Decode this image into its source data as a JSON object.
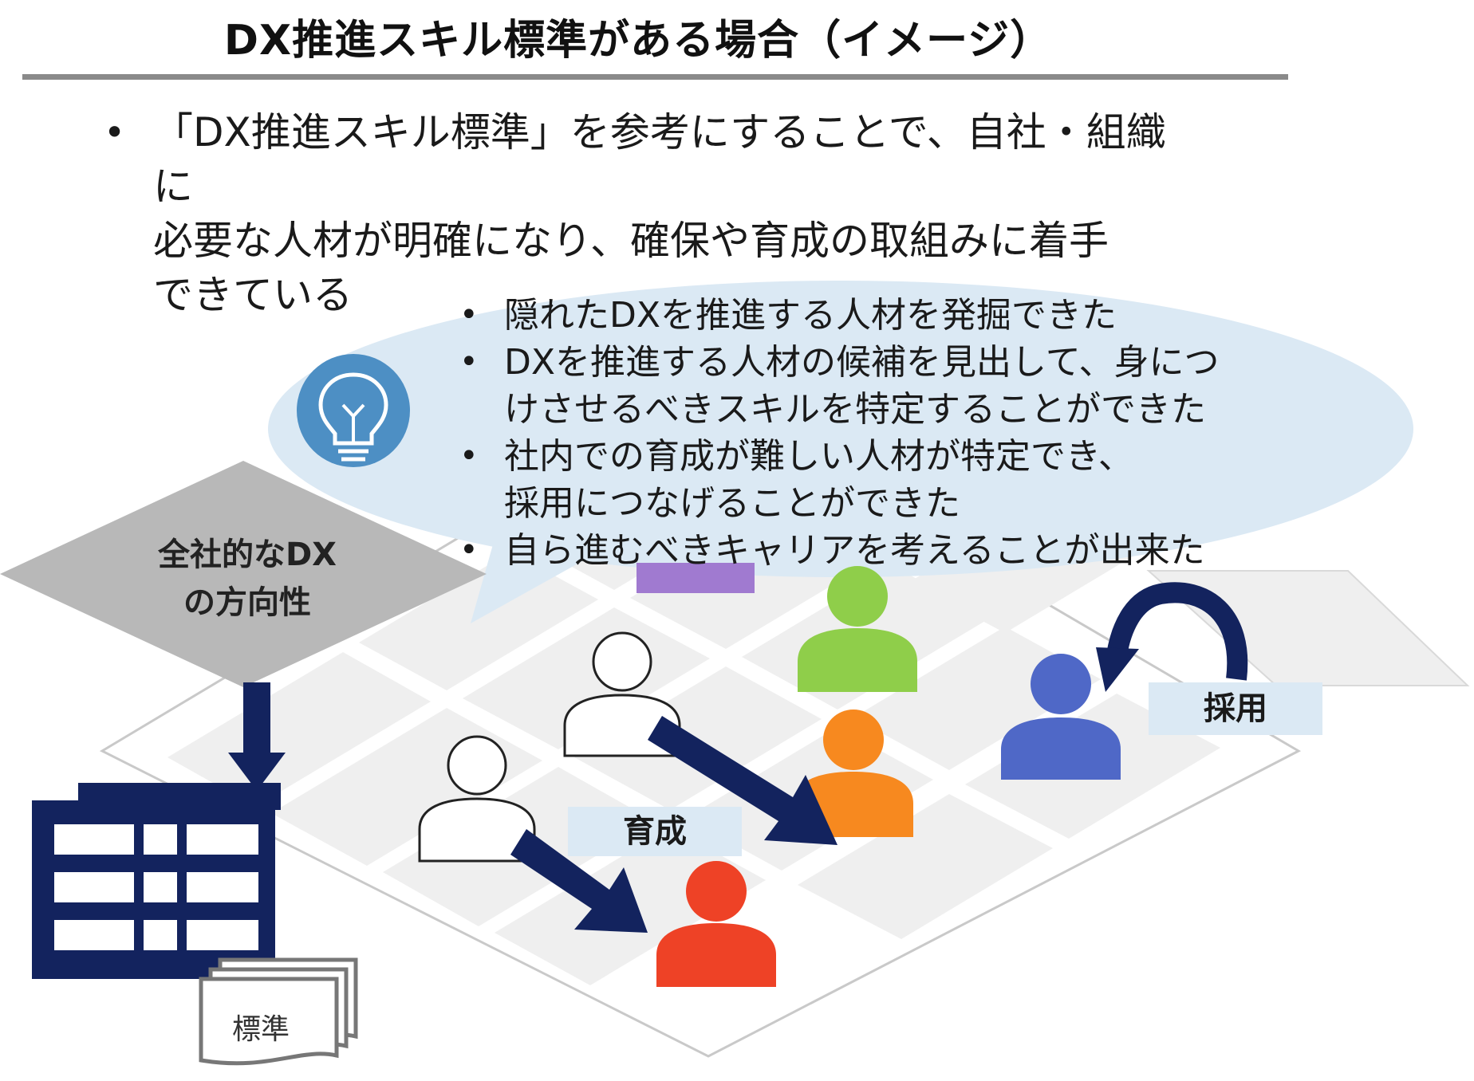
{
  "title": "DX推進スキル標準がある場合（イメージ）",
  "main_bullets": [
    "「DX推進スキル標準」を参考にすることで、自社・組織に",
    "必要な人材が明確になり、確保や育成の取組みに着手",
    "できている"
  ],
  "bubble_bullets": [
    {
      "lines": [
        "隠れたDXを推進する人材を発掘できた"
      ]
    },
    {
      "lines": [
        "DXを推進する人材の候補を見出して、身につ",
        "けさせるべきスキルを特定することができた"
      ]
    },
    {
      "lines": [
        "社内での育成が難しい人材が特定でき、",
        "採用につなげることができた"
      ]
    },
    {
      "lines": [
        "自ら進むべきキャリアを考えることが出来た"
      ]
    }
  ],
  "diamond_label": [
    "全社的なDX",
    "の方向性"
  ],
  "labels": {
    "ikusei": "育成",
    "saiyo": "採用",
    "document": "標準"
  },
  "icons": {
    "idea": "lightbulb-icon",
    "company": "building-icon",
    "document": "document-stack-icon",
    "person": "person-icon"
  },
  "colors": {
    "bubble": "#dbe9f4",
    "icon_circle": "#4d8fc4",
    "navy": "#13235e",
    "diamond": "#b8b8b8",
    "person_green": "#8fce4a",
    "person_orange": "#f7891f",
    "person_red": "#ee4226",
    "person_blue": "#4f68c7",
    "person_purple": "#a07ad0"
  }
}
